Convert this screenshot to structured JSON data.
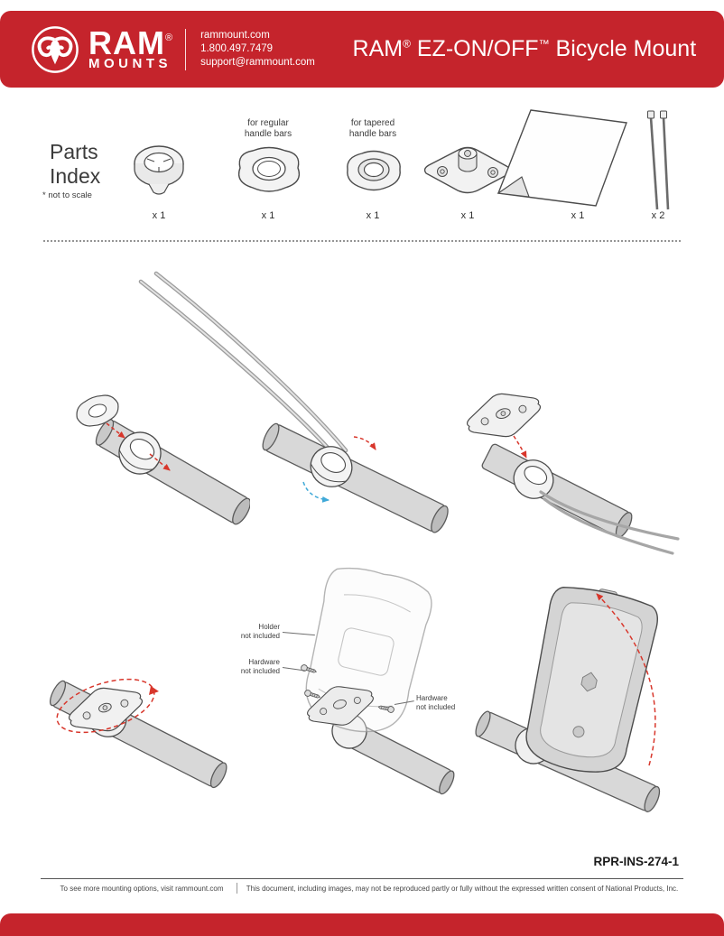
{
  "header": {
    "brand": {
      "name": "RAM",
      "reg": "®",
      "sub": "MOUNTS"
    },
    "contact": {
      "website": "rammount.com",
      "phone": "1.800.497.7479",
      "email": "support@rammount.com"
    },
    "title": {
      "p1": "RAM",
      "reg": "®",
      "p2": " EZ-ON/OFF",
      "tm": "™",
      "p3": " Bicycle Mount"
    }
  },
  "parts_index": {
    "heading_line1": "Parts",
    "heading_line2": "Index",
    "note": "* not to scale",
    "parts": [
      {
        "name": "ez-on-off-clamp-base",
        "qty": "x 1"
      },
      {
        "name": "regular-handlebar-adapter",
        "label_line1": "for regular",
        "label_line2": "handle bars",
        "qty": "x 1"
      },
      {
        "name": "tapered-handlebar-adapter",
        "label_line1": "for tapered",
        "label_line2": "handle bars",
        "qty": "x 1"
      },
      {
        "name": "diamond-base-adapter",
        "qty": "x 1"
      },
      {
        "name": "adhesive-sheet",
        "qty": "x 1"
      },
      {
        "name": "zip-ties",
        "qty": "x 2"
      }
    ]
  },
  "figures": {
    "labels": {
      "holder_line1": "Holder",
      "holder_line2": "not included",
      "hardware1_line1": "Hardware",
      "hardware1_line2": "not included",
      "hardware2_line1": "Hardware",
      "hardware2_line2": "not included"
    }
  },
  "doc_code": "RPR-INS-274-1",
  "footer": {
    "left": "To see more mounting options, visit rammount.com",
    "right": "This document, including images, may not be reproduced partly or fully without the expressed written consent of National Products, Inc."
  },
  "colors": {
    "brand_red": "#c5242c",
    "arrow_red": "#d8362b",
    "arrow_blue": "#3fa9d8"
  }
}
